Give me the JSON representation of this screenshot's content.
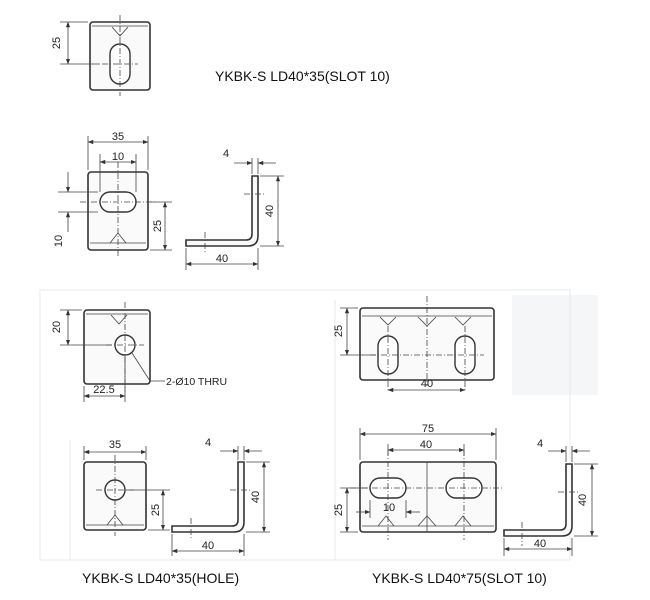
{
  "titles": {
    "slot_40x35": "YKBK-S LD40*35(SLOT 10)",
    "hole_40x35": "YKBK-S LD40*35(HOLE)",
    "slot_40x75": "YKBK-S LD40*75(SLOT 10)"
  },
  "dims": {
    "top_25": "25",
    "slot_width_35": "35",
    "slot_width_10": "10",
    "slot_left_10": "10",
    "slot_right_25": "25",
    "slot_side_4": "4",
    "slot_side_40h": "40",
    "slot_side_40w": "40",
    "hole_top_20": "20",
    "hole_22_5": "22.5",
    "hole_note": "2-Ø10 THRU",
    "hole_width_35": "35",
    "hole_right_25": "25",
    "hole_side_4": "4",
    "hole_side_40h": "40",
    "hole_side_40w": "40",
    "wide_top_25": "25",
    "wide_top_40": "40",
    "wide_75": "75",
    "wide_40": "40",
    "wide_left_25": "25",
    "wide_10": "10",
    "wide_side_4": "4",
    "wide_side_40h": "40",
    "wide_side_40w": "40"
  }
}
